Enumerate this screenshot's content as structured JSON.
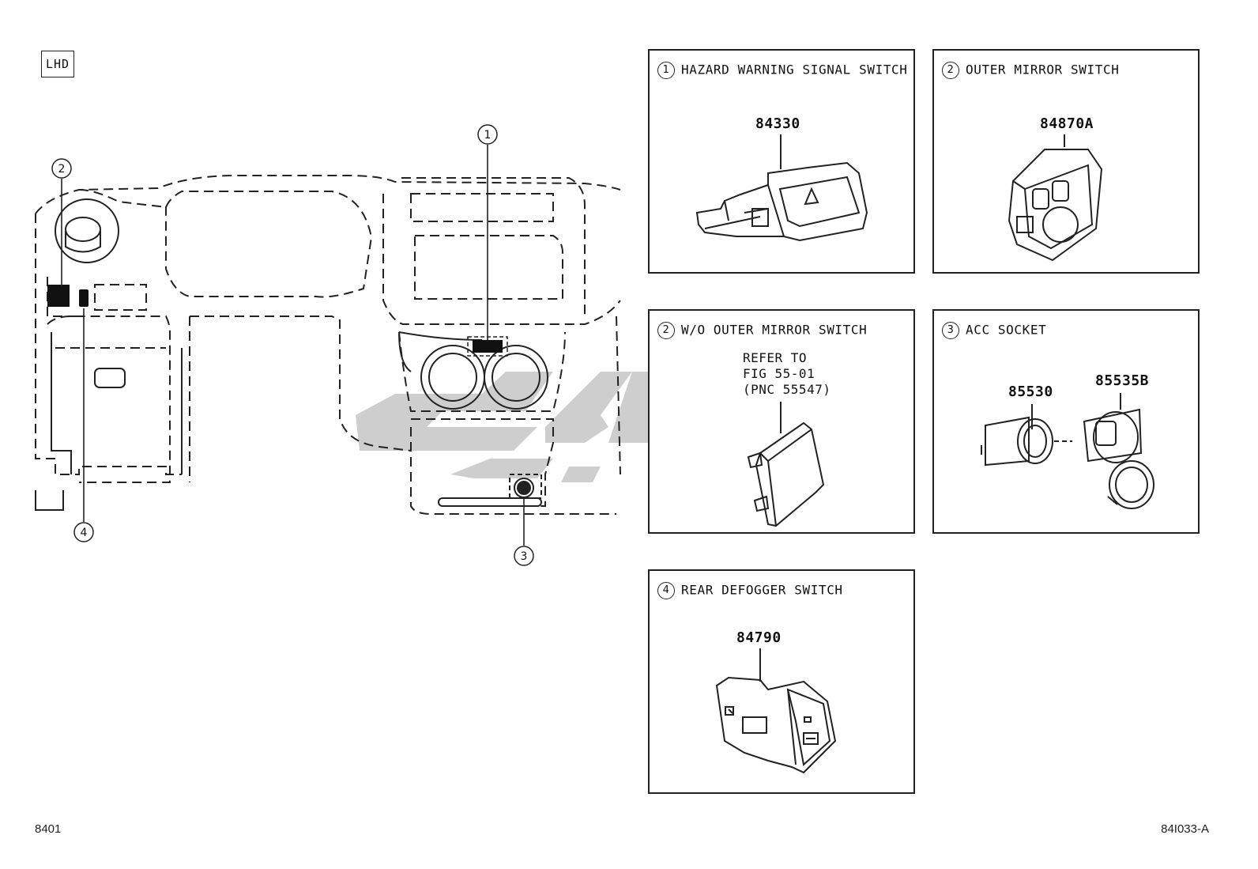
{
  "header": {
    "region_label": "LHD"
  },
  "callouts": [
    "1",
    "2",
    "3",
    "4"
  ],
  "panels": [
    {
      "number": "1",
      "title": "HAZARD WARNING SIGNAL SWITCH",
      "part_numbers": [
        "84330"
      ]
    },
    {
      "number": "2",
      "title": "OUTER MIRROR SWITCH",
      "part_numbers": [
        "84870A"
      ]
    },
    {
      "number": "2",
      "title": "W/O OUTER MIRROR SWITCH",
      "reference": [
        "REFER TO",
        "FIG 55-01",
        "(PNC 55547)"
      ]
    },
    {
      "number": "3",
      "title": "ACC SOCKET",
      "part_numbers": [
        "85530",
        "85535B"
      ]
    },
    {
      "number": "4",
      "title": "REAR DEFOGGER SWITCH",
      "part_numbers": [
        "84790"
      ]
    }
  ],
  "footer": {
    "left": "8401",
    "right": "84I033-A"
  },
  "colors": {
    "line": "#222222",
    "watermark": "#c8c8c8"
  }
}
